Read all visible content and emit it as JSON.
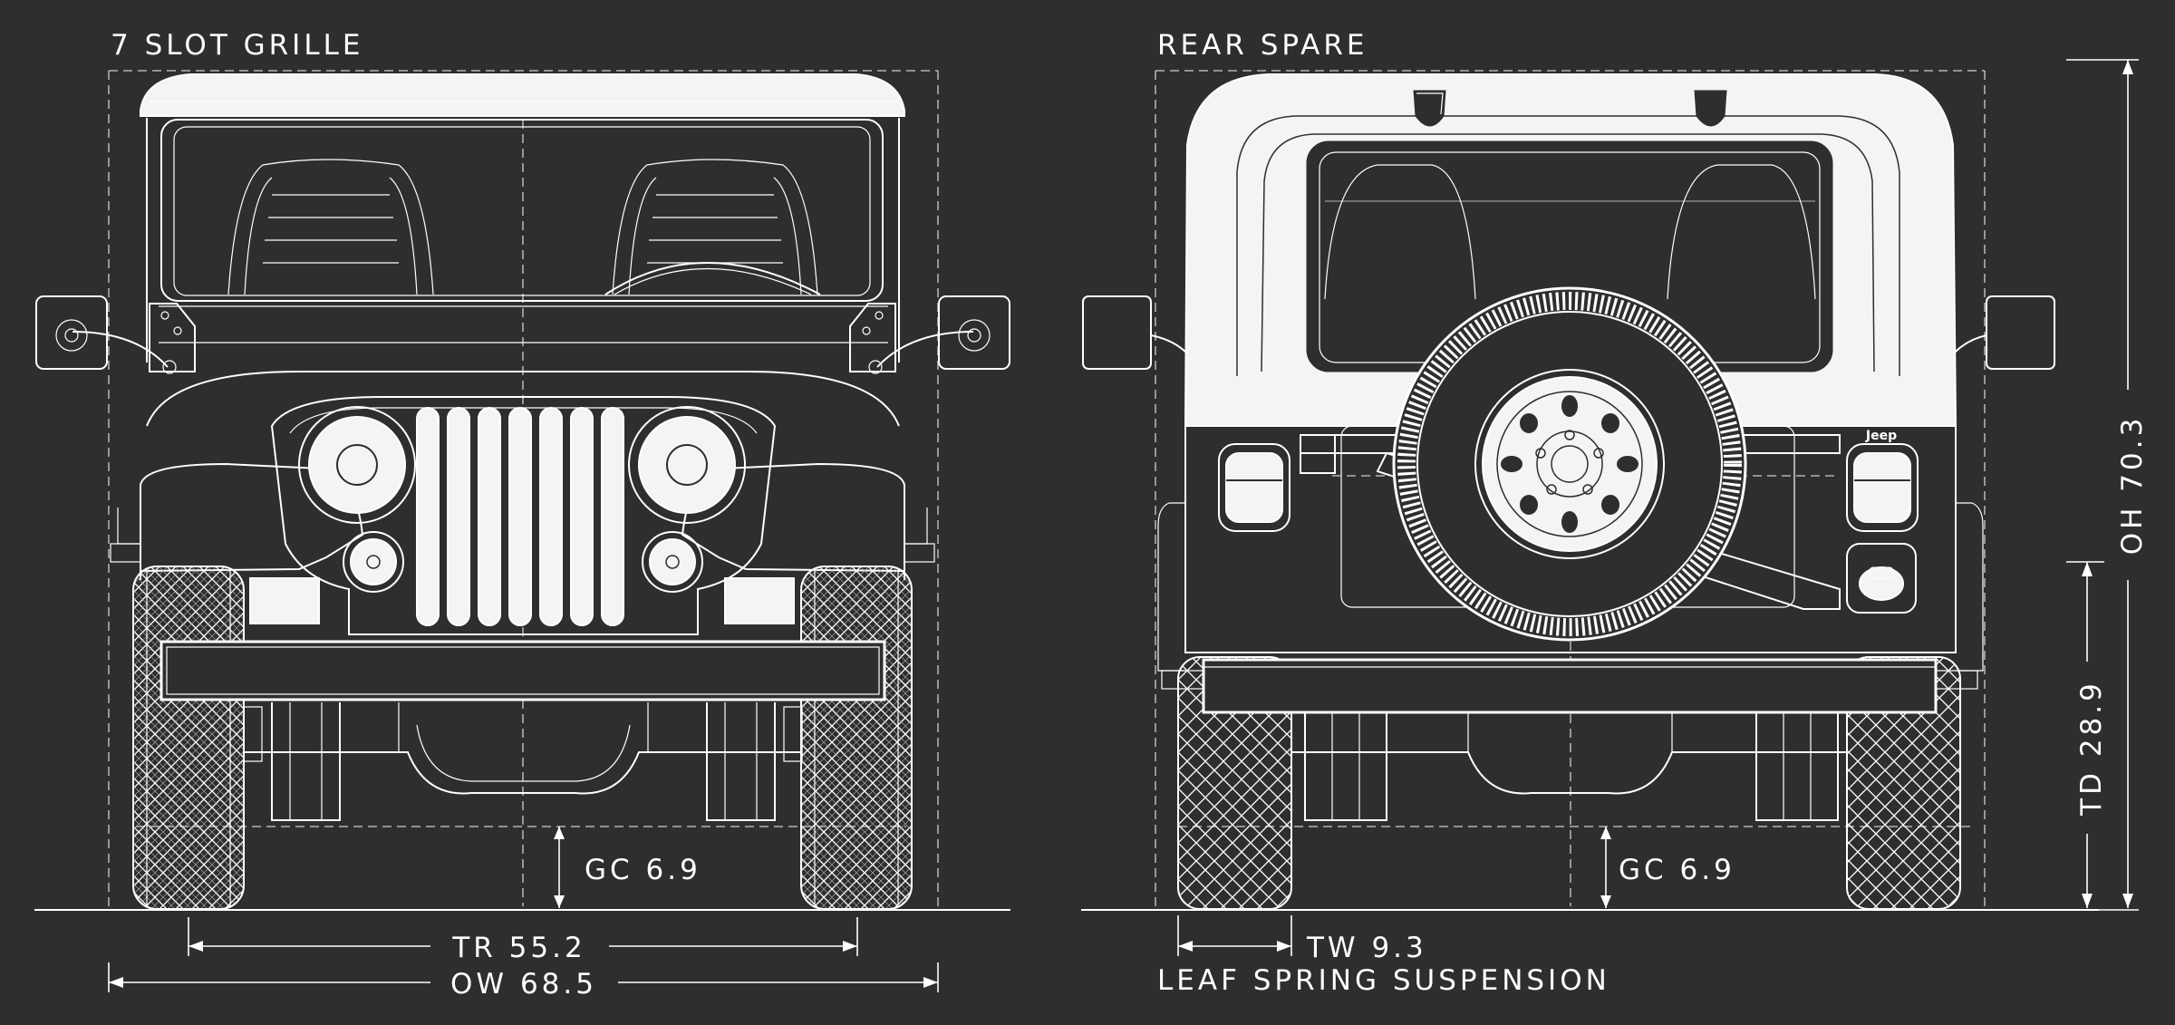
{
  "views": {
    "front_title": "7 SLOT GRILLE",
    "rear_title": "REAR SPARE"
  },
  "dimensions": {
    "front_gc": "GC 6.9",
    "rear_gc": "GC 6.9",
    "tr": "TR 55.2",
    "ow": "OW 68.5",
    "tw": "TW 9.3",
    "td": "TD 28.9",
    "oh": "OH 70.3"
  },
  "notes": {
    "suspension": "LEAF SPRING SUSPENSION",
    "badge": "Jeep"
  },
  "colors": {
    "background": "#2e2e2e",
    "line": "#ffffff"
  }
}
